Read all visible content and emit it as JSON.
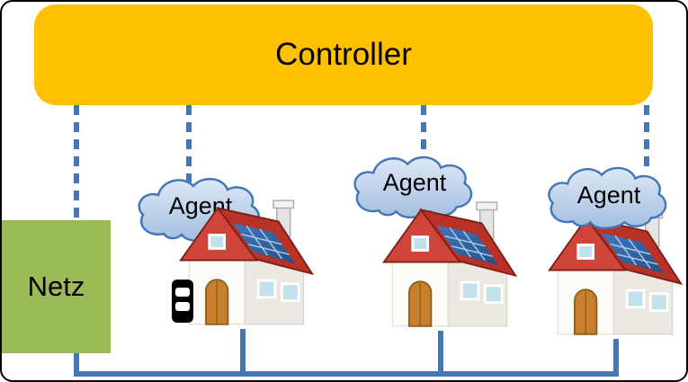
{
  "diagram": {
    "controller": {
      "label": "Controller"
    },
    "netz": {
      "label": "Netz"
    },
    "agents": [
      {
        "label": "Agent"
      },
      {
        "label": "Agent"
      },
      {
        "label": "Agent"
      }
    ],
    "icons": {
      "house": "house-icon",
      "agent_cloud": "cloud-icon",
      "device": "smart-meter-icon"
    },
    "colors": {
      "controller_fill": "#FFC000",
      "netz_fill": "#9BBB59",
      "connector_blue": "#4577B7",
      "cloud_fill_top": "#DEE8F5",
      "cloud_fill_bottom": "#A3BFE0",
      "roof_red_front": "#D0453A",
      "roof_red_side": "#B93227",
      "solar_panel_blue": "#2F62A6"
    }
  }
}
